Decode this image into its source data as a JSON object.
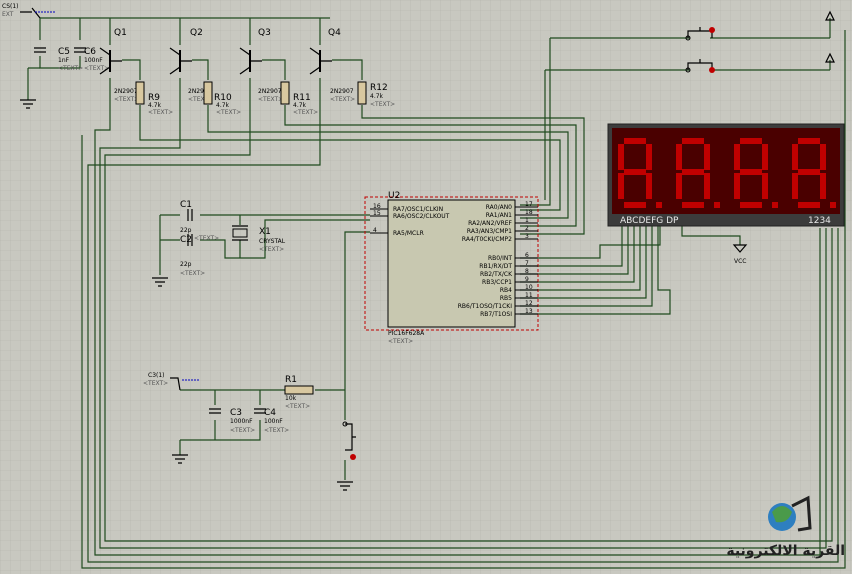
{
  "colors": {
    "background": "#c8c8c0",
    "grid": "#b4b4ac",
    "wire": "#1e4a1e",
    "chip": "#c8c8b0",
    "display_bg": "#3c3c3c",
    "segment": "#c00000",
    "segment_off": "#7a1010",
    "watermark": "#222222"
  },
  "transistors": [
    {
      "ref": "Q1",
      "part": "2N2907",
      "text": "<TEXT>"
    },
    {
      "ref": "Q2",
      "part": "2N2907",
      "text": "<TEXT>"
    },
    {
      "ref": "Q3",
      "part": "2N2907",
      "text": "<TEXT>"
    },
    {
      "ref": "Q4",
      "part": "2N2907",
      "text": "<TEXT>"
    }
  ],
  "resistors": [
    {
      "ref": "R9",
      "value": "4.7k",
      "text": "<TEXT>"
    },
    {
      "ref": "R10",
      "value": "4.7k",
      "text": "<TEXT>"
    },
    {
      "ref": "R11",
      "value": "4.7k",
      "text": "<TEXT>"
    },
    {
      "ref": "R12",
      "value": "4.7k",
      "text": "<TEXT>"
    }
  ],
  "caps": {
    "c5": {
      "ref": "C5",
      "value": "1nF",
      "text": "<TEXT>"
    },
    "c6": {
      "ref": "C6",
      "value": "100nF",
      "text": "<TEXT>"
    },
    "c1": {
      "ref": "C1",
      "value": "22p",
      "text": "<TEXT>"
    },
    "c2": {
      "ref": "C2",
      "value": "22p",
      "text": "<TEXT>"
    },
    "c3": {
      "ref": "C3",
      "value": "1000nF",
      "text": "<TEXT>"
    },
    "c4": {
      "ref": "C4",
      "value": "100nF",
      "text": "<TEXT>"
    }
  },
  "r1": {
    "ref": "R1",
    "value": "10k",
    "text": "<TEXT>"
  },
  "crystal": {
    "ref": "X1",
    "value": "CRYSTAL",
    "text": "<TEXT>"
  },
  "terminals": {
    "cs1_top": {
      "label": "CS(1)",
      "text": "EXT"
    },
    "cs1_mid": {
      "label": "C3(1)",
      "text": "<TEXT>"
    }
  },
  "vcc_label": "VCC",
  "u2": {
    "ref": "U2",
    "part": "PIC16F628A",
    "text": "<TEXT>",
    "left_pins": [
      {
        "num": "16",
        "name": "RA7/OSC1/CLKIN"
      },
      {
        "num": "15",
        "name": "RA6/OSC2/CLKOUT"
      },
      {
        "num": "4",
        "name": "RA5/MCLR"
      }
    ],
    "right_pins": [
      {
        "num": "17",
        "name": "RA0/AN0"
      },
      {
        "num": "18",
        "name": "RA1/AN1"
      },
      {
        "num": "1",
        "name": "RA2/AN2/VREF"
      },
      {
        "num": "2",
        "name": "RA3/AN3/CMP1"
      },
      {
        "num": "3",
        "name": "RA4/T0CKI/CMP2"
      },
      {
        "num": "6",
        "name": "RB0/INT"
      },
      {
        "num": "7",
        "name": "RB1/RX/DT"
      },
      {
        "num": "8",
        "name": "RB2/TX/CK"
      },
      {
        "num": "9",
        "name": "RB3/CCP1"
      },
      {
        "num": "10",
        "name": "RB4"
      },
      {
        "num": "11",
        "name": "RB5"
      },
      {
        "num": "12",
        "name": "RB6/T1OSO/T1CKI"
      },
      {
        "num": "13",
        "name": "RB7/T1OSI"
      }
    ]
  },
  "display": {
    "segment_label": "ABCDEFG  DP",
    "digit_label": "1234"
  },
  "watermark": {
    "text": "القرية الالكترونية"
  }
}
